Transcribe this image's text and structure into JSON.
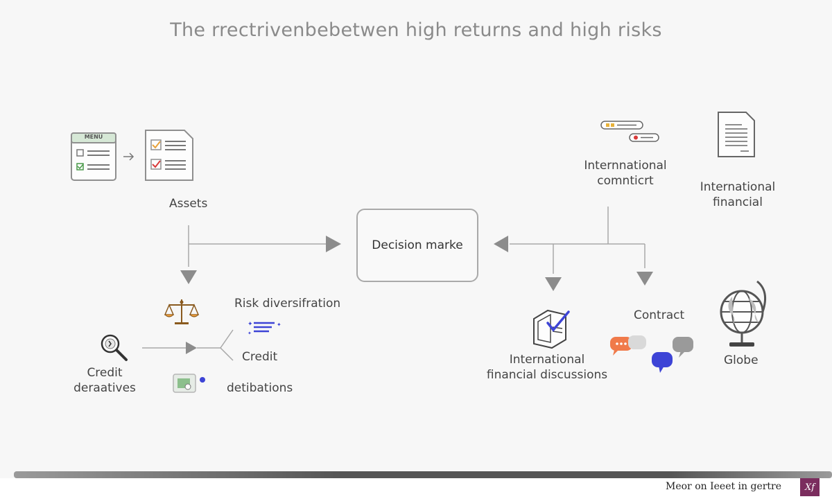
{
  "title": "The rrectrivenbebetwen high returns and high risks",
  "menu_label": "MENU",
  "nodes": {
    "assets": "Assets",
    "decision": "Decision marke",
    "intl_conflict_line1": "Internnational",
    "intl_conflict_line2": "comnticrt",
    "intl_financial_line1": "International",
    "intl_financial_line2": "financial",
    "risk_div": "Risk diversifration",
    "credit": "Credit",
    "credit_deriv_line1": "Credit",
    "credit_deriv_line2": "deraatives",
    "detibations": "detibations",
    "intl_disc_line1": "International",
    "intl_disc_line2": "financial discussions",
    "contract": "Contract",
    "globe": "Globe"
  },
  "footer": {
    "text": "Meor on Ieeet in gertre",
    "logo": "Xf"
  },
  "colors": {
    "line": "#a8a8a8",
    "arrow": "#8c8c8c",
    "accent_blue": "#3d44d6",
    "accent_orange": "#f07a4a",
    "check_orange": "#e8a23a",
    "check_red": "#d83a3a",
    "footer_logo": "#7b2d5e"
  }
}
